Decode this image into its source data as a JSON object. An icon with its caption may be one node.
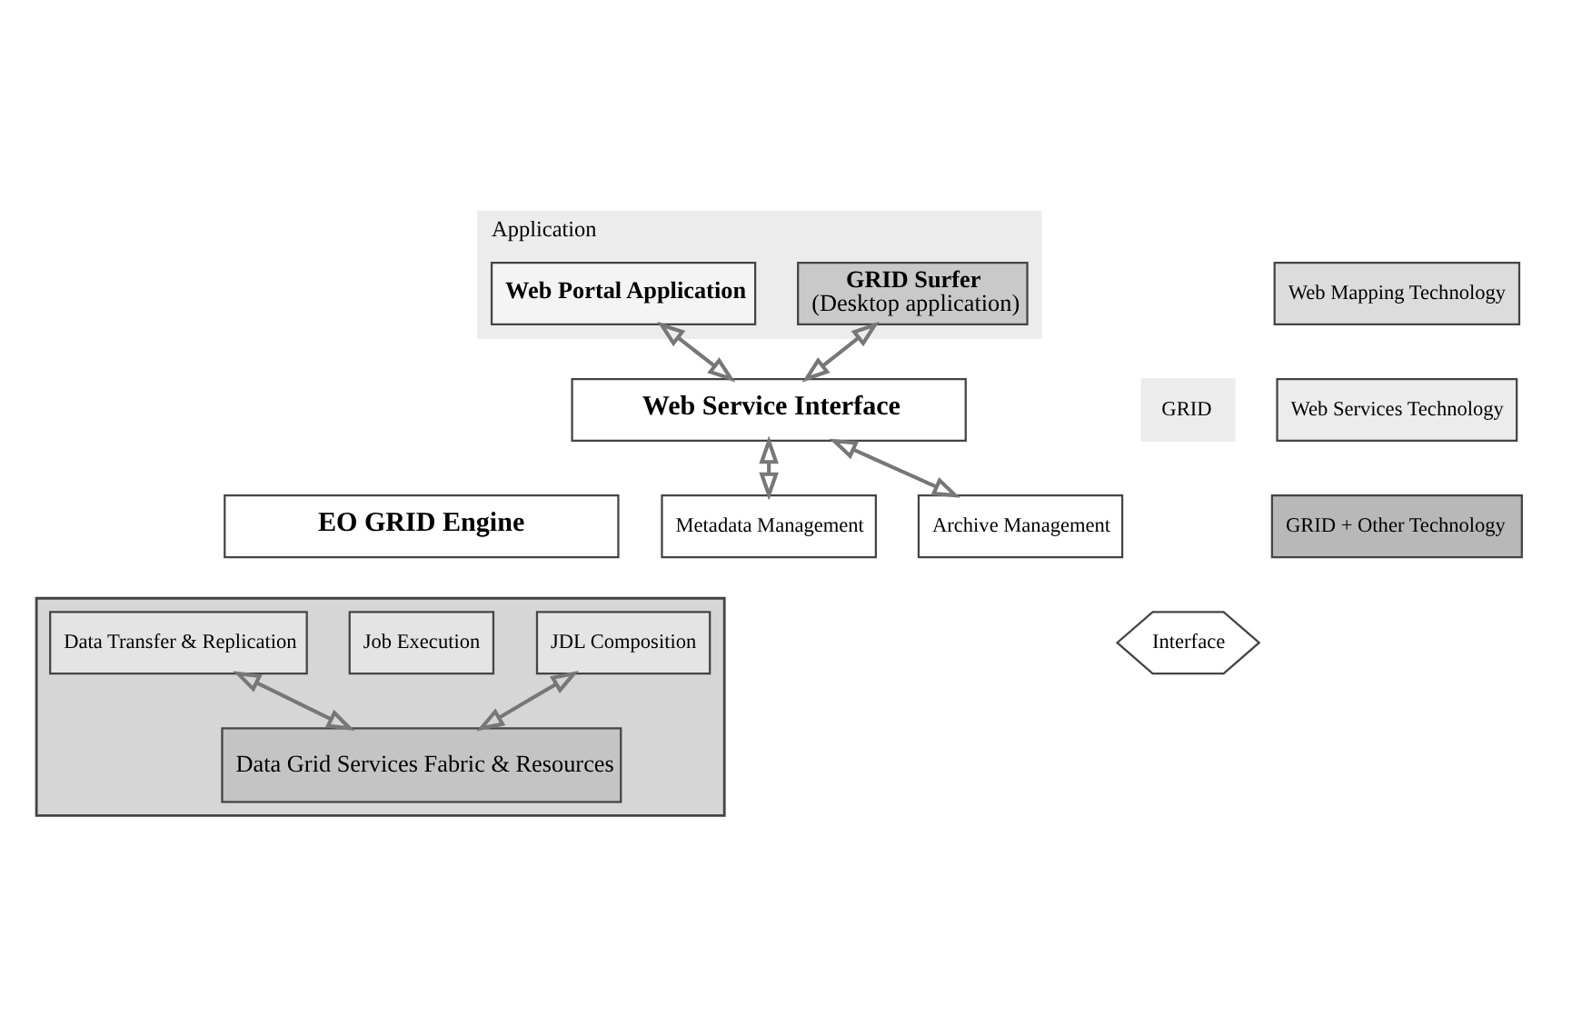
{
  "diagram": {
    "nodes": [
      {
        "text": [
          "Application"
        ]
      },
      {
        "text": [
          "GRID Surfer",
          "(Desktop application)"
        ],
        "in": 0
      },
      {
        "text": [
          "Web Portal Application"
        ],
        "in": 0
      },
      {
        "text": [
          "Web Service Interface"
        ]
      },
      {
        "text": [
          "EO GRID Engine"
        ]
      },
      {
        "text": [
          "Metadata Management"
        ]
      },
      {
        "text": [
          "Archive Management"
        ]
      },
      {
        "text": [],
        "shape": "box"
      },
      {
        "text": [
          "JDL Composition"
        ],
        "in": 7
      },
      {
        "text": [
          "Job Execution"
        ],
        "in": 7
      },
      {
        "text": [
          "Data Transfer & Replication"
        ],
        "in": 7
      },
      {
        "text": [
          "Data Grid Services Fabric & Resources"
        ],
        "in": 7
      },
      {
        "text": [
          "GRID"
        ]
      },
      {
        "text": [
          "Interface"
        ]
      },
      {
        "text": [
          "Web Mapping Technology"
        ]
      },
      {
        "text": [
          "Web Services Technology"
        ]
      },
      {
        "text": [
          "GRID + Other Technology"
        ]
      }
    ],
    "edges": [
      {
        "from": 1,
        "to": 3,
        "arrow": "both"
      },
      {
        "from": 2,
        "to": 3,
        "arrow": "both"
      },
      {
        "from": 3,
        "to": 5,
        "arrow": "both"
      },
      {
        "from": 3,
        "to": 6,
        "arrow": "both"
      },
      {
        "from": 8,
        "to": 11,
        "arrow": "both"
      },
      {
        "from": 10,
        "to": 11,
        "arrow": "both"
      }
    ]
  }
}
